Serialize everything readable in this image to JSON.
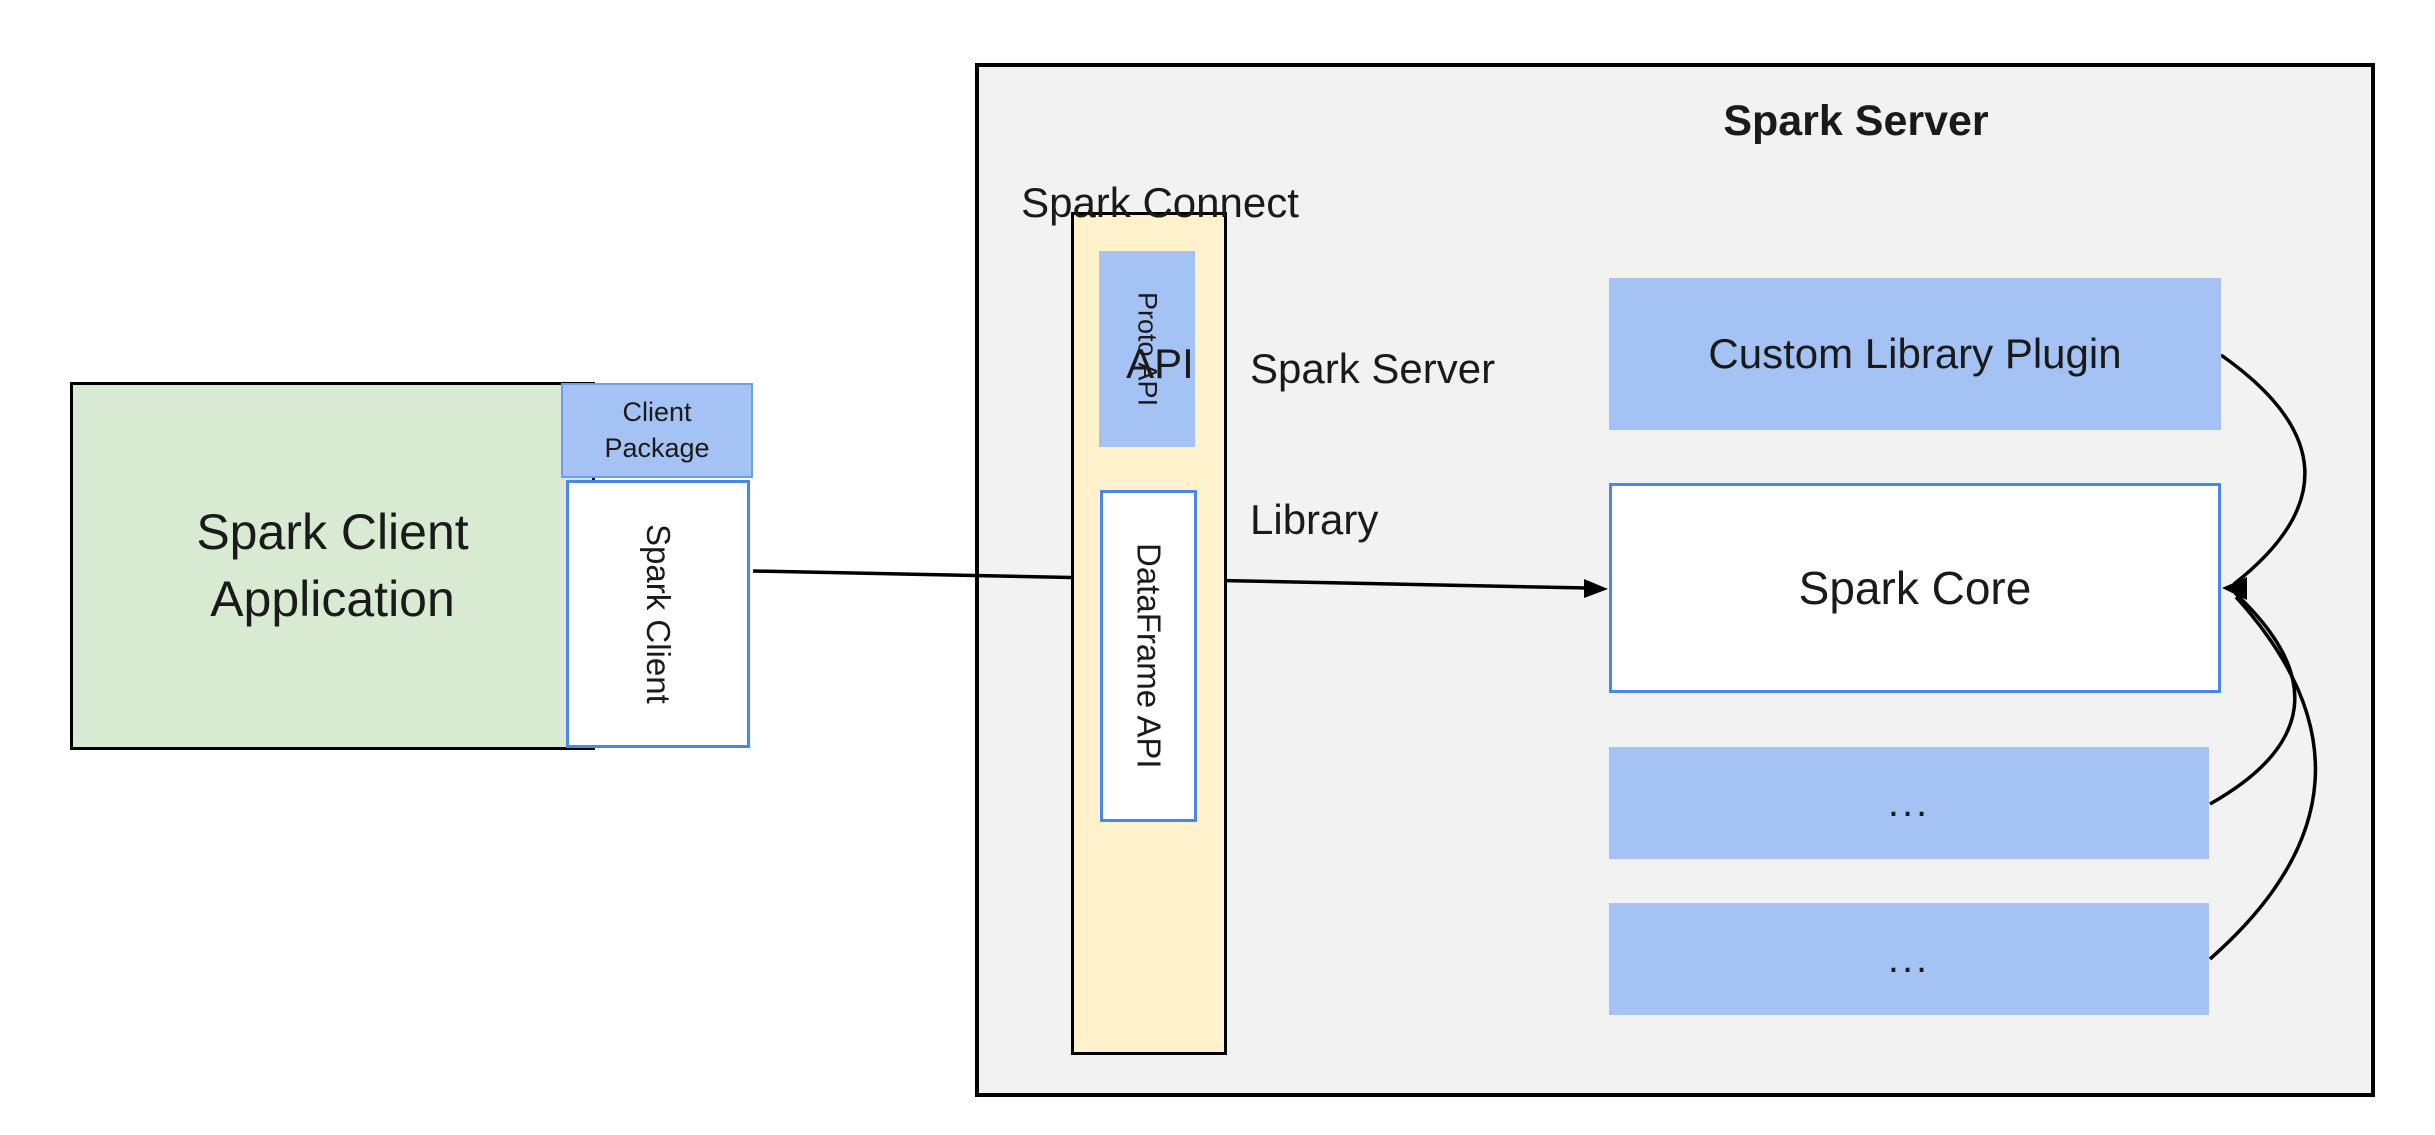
{
  "colors": {
    "green_fill": "#d9ead3",
    "blue_fill": "#a4c2f4",
    "cream_fill": "#fff2cc",
    "gray_fill": "#f2f2f2",
    "blue_border": "#4a86e8",
    "blue_border_light": "#6d9eeb",
    "line_color": "#000000",
    "text_color": "#1a1a1a"
  },
  "nodes": {
    "client_app": {
      "line1": "Spark Client",
      "line2": "Application"
    },
    "client_package": {
      "line1": "Client",
      "line2": "Package"
    },
    "spark_client": {
      "label": "Spark Client"
    },
    "proto_api": {
      "label": "Proto API"
    },
    "dataframe_api": {
      "label": "DataFrame API"
    },
    "custom_library_plugin": {
      "label": "Custom Library Plugin"
    },
    "spark_core": {
      "label": "Spark Core"
    },
    "plugin_slot_1": {
      "label": "..."
    },
    "plugin_slot_2": {
      "label": "..."
    }
  },
  "labels": {
    "spark_connect_api": {
      "line1": "Spark Connect",
      "line2": "API"
    },
    "spark_server": {
      "label": "Spark Server"
    },
    "spark_server_library": {
      "line1": "Spark Server",
      "line2": "Library"
    }
  }
}
